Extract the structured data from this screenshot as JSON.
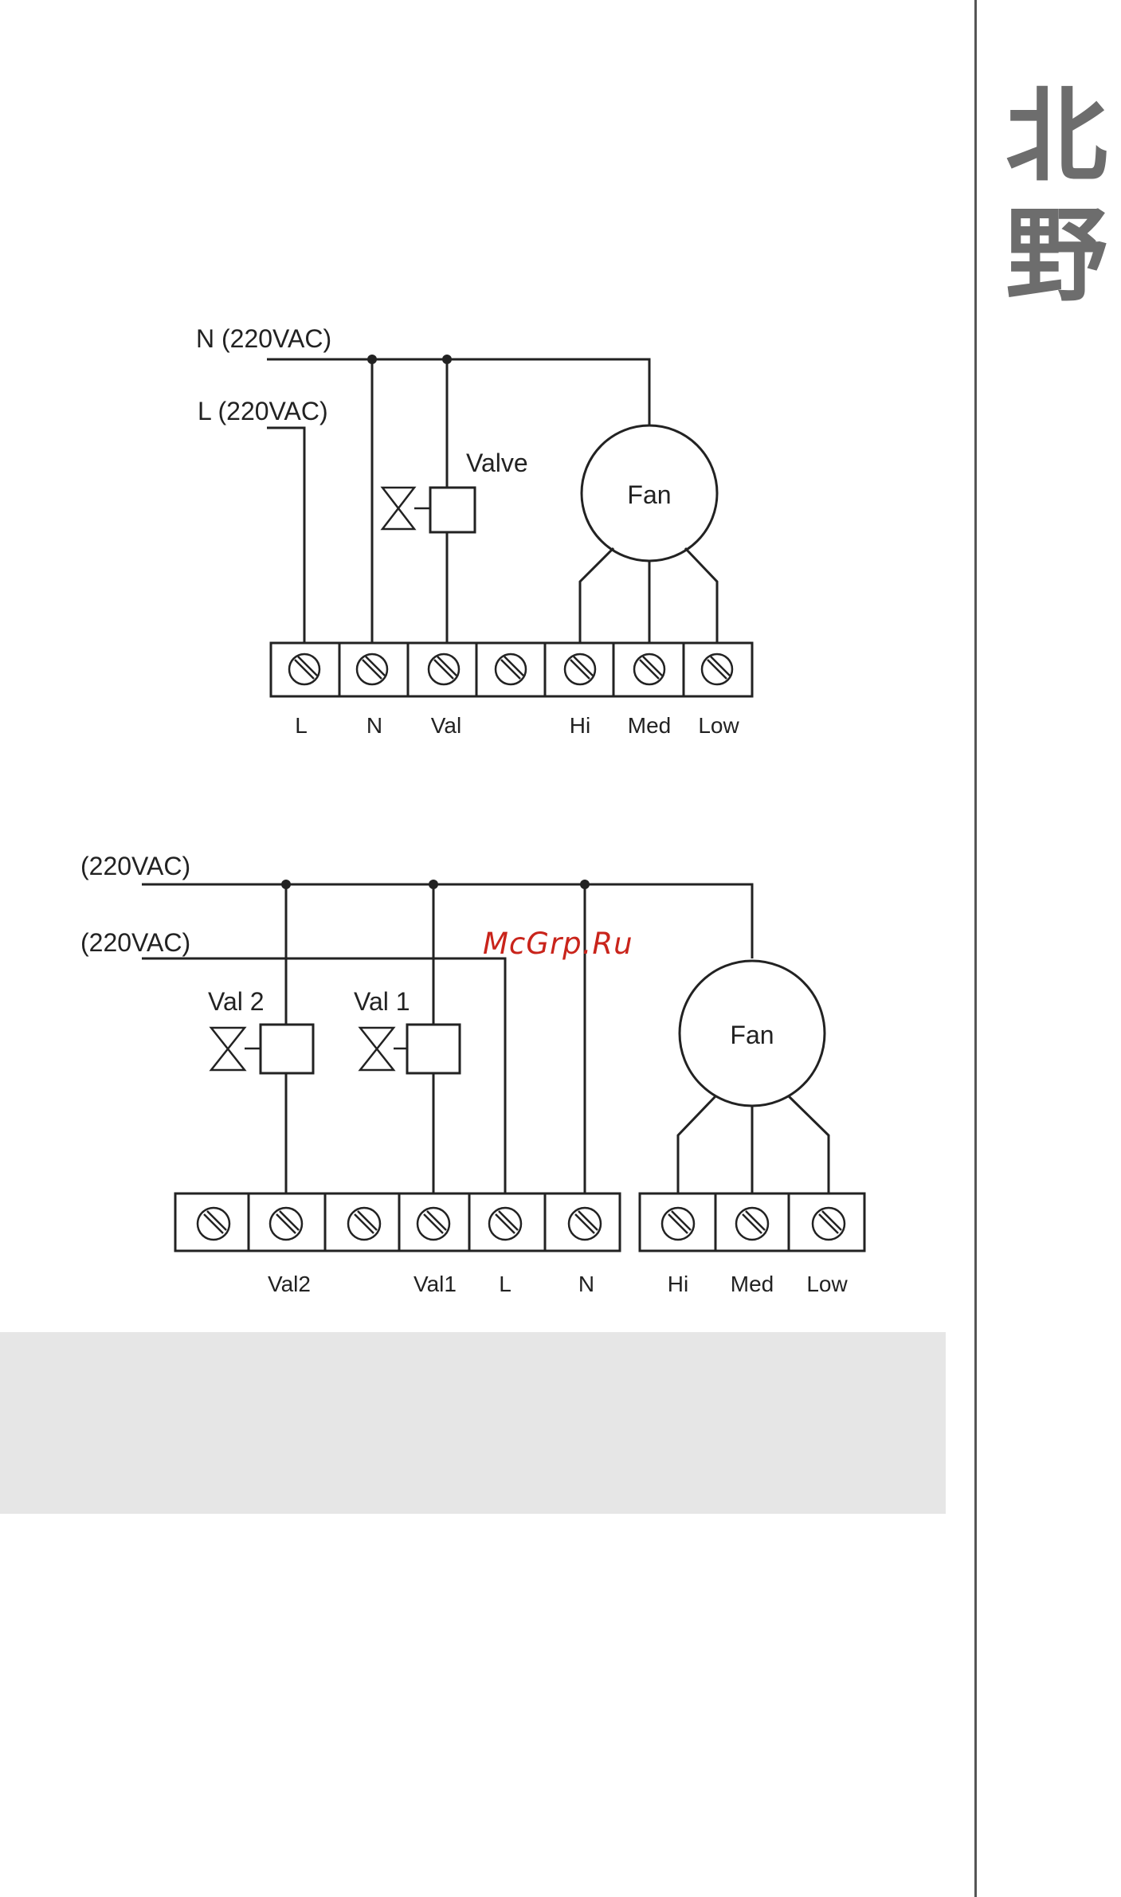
{
  "brand": {
    "line1": "北",
    "line2": "野"
  },
  "watermark": "McGrp.Ru",
  "diagram1": {
    "n_supply": "N (220VAC)",
    "l_supply": "L (220VAC)",
    "valve": "Valve",
    "fan": "Fan",
    "terminals": [
      "L",
      "N",
      "Val",
      "",
      "Hi",
      "Med",
      "Low"
    ]
  },
  "diagram2": {
    "supply_1": "(220VAC)",
    "supply_2": "(220VAC)",
    "valve_2": "Val 2",
    "valve_1": "Val  1",
    "fan": "Fan",
    "terminals_left": [
      "",
      "Val2",
      "",
      "Val1",
      "L",
      "N"
    ],
    "terminals_right": [
      "Hi",
      "Med",
      "Low"
    ]
  }
}
